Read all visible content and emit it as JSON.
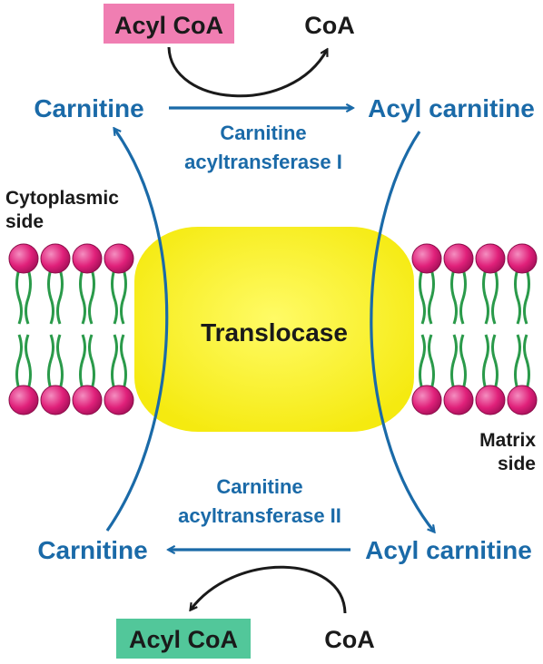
{
  "top": {
    "acyl_coa": "Acyl CoA",
    "coa": "CoA",
    "carnitine": "Carnitine",
    "acyl_carnitine": "Acyl carnitine",
    "enzyme_line1": "Carnitine",
    "enzyme_line2": "acyltransferase I"
  },
  "bottom": {
    "acyl_coa": "Acyl CoA",
    "coa": "CoA",
    "carnitine": "Carnitine",
    "acyl_carnitine": "Acyl carnitine",
    "enzyme_line1": "Carnitine",
    "enzyme_line2": "acyltransferase II"
  },
  "membrane": {
    "cytoplasmic_line1": "Cytoplasmic",
    "cytoplasmic_line2": "side",
    "matrix_line1": "Matrix",
    "matrix_line2": "side",
    "translocase": "Translocase"
  },
  "colors": {
    "pathway_blue": "#1a6aa8",
    "acyl_coa_top_box": "#f07eb2",
    "acyl_coa_bottom_box": "#52c79a",
    "translocase_fill": "#fbf21a",
    "lipid_head": "#e0207a",
    "lipid_tail": "#2a9a4a"
  }
}
